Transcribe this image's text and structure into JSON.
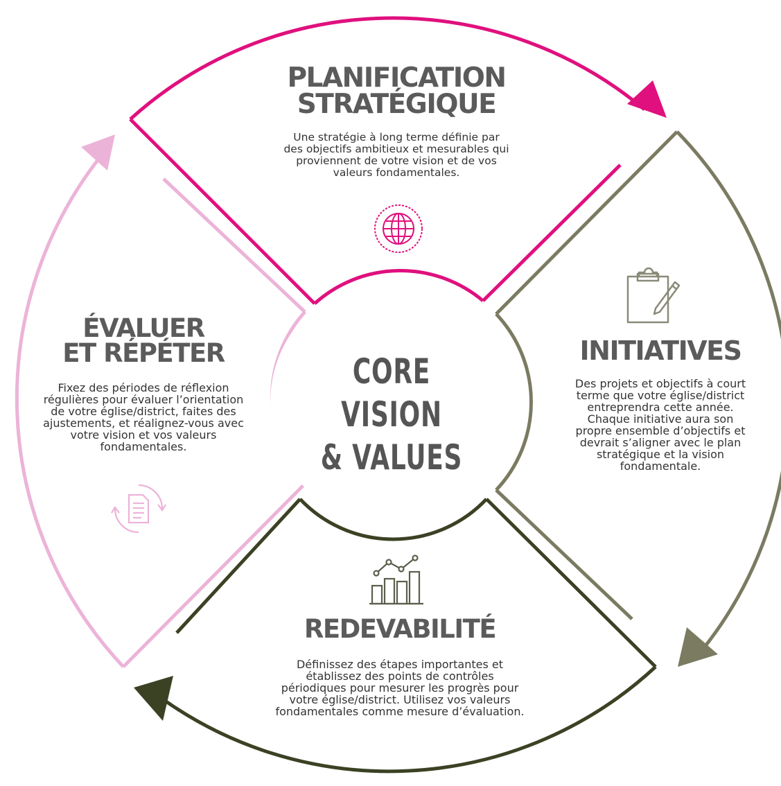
{
  "center": {
    "line1": "CORE VISION",
    "line2": "& VALUES"
  },
  "sections": {
    "planning": {
      "title_line1": "PLANIFICATION",
      "title_line2": "STRATÉGIQUE",
      "lines": [
        "Une stratégie à long terme définie par",
        "des objectifs ambitieux et mesurables qui",
        "proviennent de votre vision et de vos",
        "valeurs fondamentales."
      ],
      "icon": "globe-icon"
    },
    "initiatives": {
      "title": "INITIATIVES",
      "lines": [
        "Des projets et objectifs à court",
        "terme que votre église/district",
        "entreprendra cette année.",
        "Chaque initiative aura son",
        "propre ensemble d’objectifs et",
        "devrait s’aligner avec le plan",
        "stratégique et la vision",
        "fondamentale."
      ],
      "icon": "clipboard-icon"
    },
    "accountability": {
      "title": "REDEVABILITÉ",
      "lines": [
        "Définissez des étapes importantes et",
        "établissez des points de contrôles",
        "périodiques pour mesurer les progrès pour",
        "votre église/district. Utilisez vos valeurs",
        "fondamentales comme mesure d’évaluation."
      ],
      "icon": "bar-chart-icon"
    },
    "evaluate": {
      "title_line1": "ÉVALUER",
      "title_line2": "ET RÉPÉTER",
      "lines": [
        "Fixez des périodes de réflexion",
        "régulières pour évaluer l’orientation",
        "de votre église/district, faites des",
        "ajustements, et réalignez-vous avec",
        "votre vision et vos valeurs",
        "fondamentales."
      ],
      "icon": "document-cycle-icon"
    }
  },
  "colors": {
    "magenta": "#e0107e",
    "olive": "#7b7b62",
    "dark_olive": "#3b4224",
    "pink": "#ecb3d8",
    "heading": "#5b5b5b"
  }
}
